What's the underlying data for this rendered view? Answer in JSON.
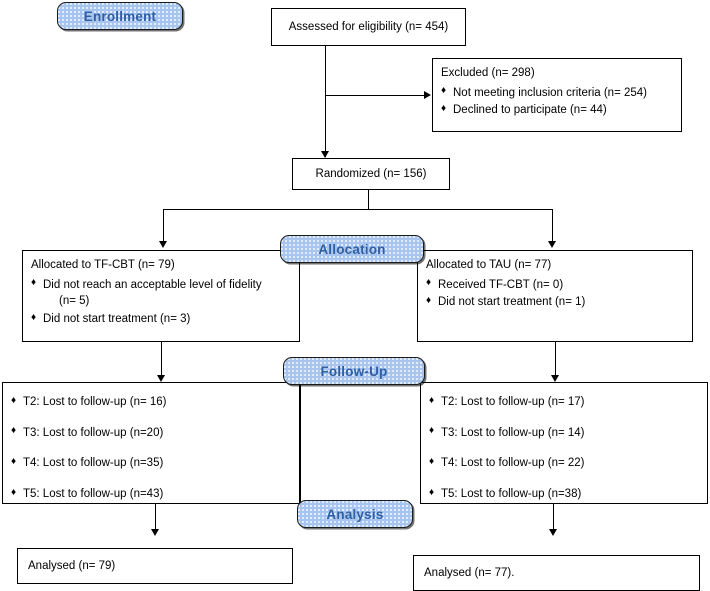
{
  "diagram": {
    "title": "CONSORT participant flow diagram",
    "accent_color": "#a8c5f0",
    "badge_text_color": "#2e5fa3",
    "line_color": "#000000",
    "bullet_glyph": "♦"
  },
  "stages": {
    "enrollment": "Enrollment",
    "allocation": "Allocation",
    "followup": "Follow-Up",
    "analysis": "Analysis"
  },
  "enrollment": {
    "assessed": "Assessed for eligibility (n= 454)",
    "excluded_title": "Excluded (n= 298)",
    "excluded_reasons": [
      "Not meeting inclusion criteria (n= 254)",
      "Declined to participate (n= 44)"
    ],
    "randomized": "Randomized (n= 156)"
  },
  "allocation": {
    "left": {
      "title": "Allocated to TF-CBT (n= 79)",
      "items": [
        "Did not reach an acceptable level of fidelity",
        "Did not start treatment (n= 3)"
      ],
      "item0_continuation": "(n= 5)"
    },
    "right": {
      "title": "Allocated to TAU (n= 77)",
      "items": [
        "Received TF-CBT (n= 0)",
        "Did not start treatment (n= 1)"
      ]
    }
  },
  "followup": {
    "left": [
      "T2: Lost to follow-up (n= 16)",
      "T3: Lost to follow-up (n=20)",
      "T4: Lost to follow-up (n=35)",
      "T5: Lost to follow-up (n=43)"
    ],
    "right": [
      "T2: Lost to follow-up (n= 17)",
      "T3: Lost to follow-up (n= 14)",
      "T4: Lost to follow-up (n= 22)",
      "T5: Lost to follow-up (n=38)"
    ]
  },
  "analysis": {
    "left": "Analysed (n= 79)",
    "right": "Analysed (n= 77)."
  }
}
